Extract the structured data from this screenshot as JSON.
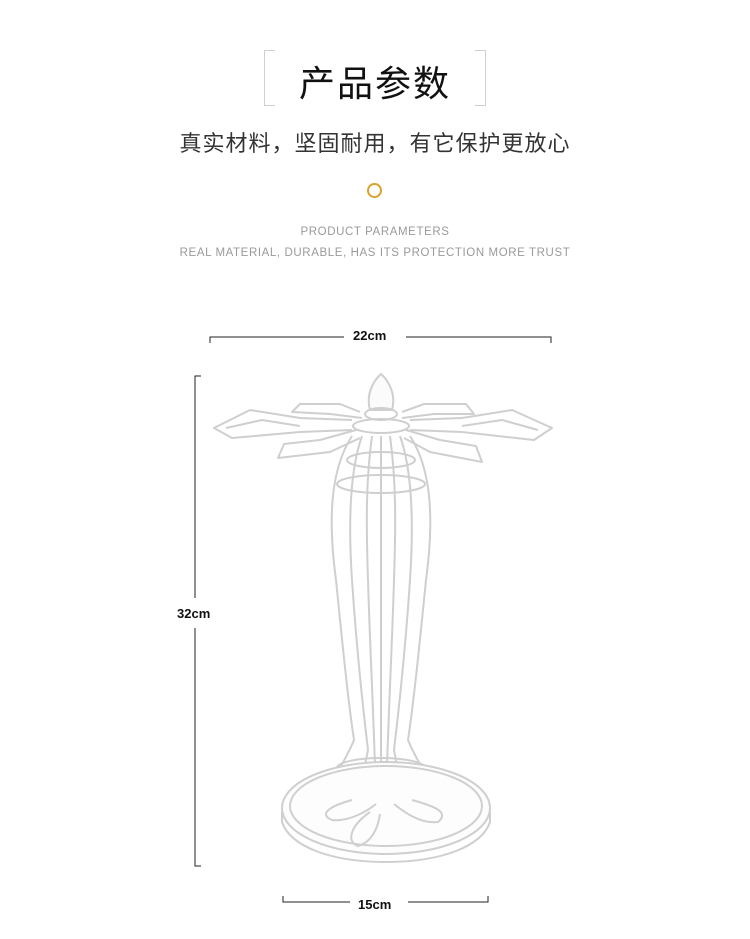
{
  "title": "产品参数",
  "subtitle": "真实材料，坚固耐用，有它保护更放心",
  "english": {
    "line1": "PRODUCT PARAMETERS",
    "line2": "REAL MATERIAL, DURABLE, HAS ITS PROTECTION MORE TRUST"
  },
  "dimensions": {
    "width": "22cm",
    "height": "32cm",
    "base": "15cm"
  },
  "colors": {
    "accent": "#d9a22b",
    "text": "#222222",
    "muted": "#9a9a9a",
    "product_outline": "#cfcfcf"
  },
  "product": {
    "image_icon": "wire-cup-holder-stand-illustration"
  }
}
